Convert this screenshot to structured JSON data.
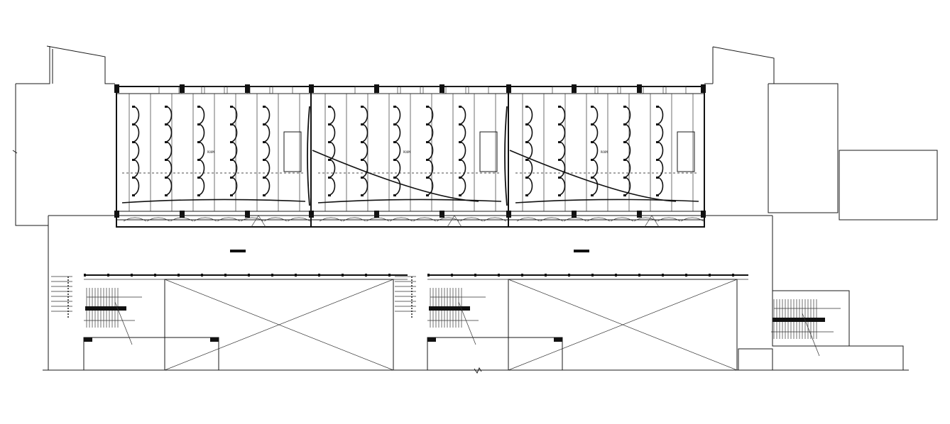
{
  "drawing": {
    "room_labels": [
      "ROOM",
      "ROOM",
      "ROOM"
    ],
    "line_color": "#111111",
    "background": "#ffffff",
    "bays_per_room": 5,
    "rooms": 3,
    "stairs": 3
  }
}
